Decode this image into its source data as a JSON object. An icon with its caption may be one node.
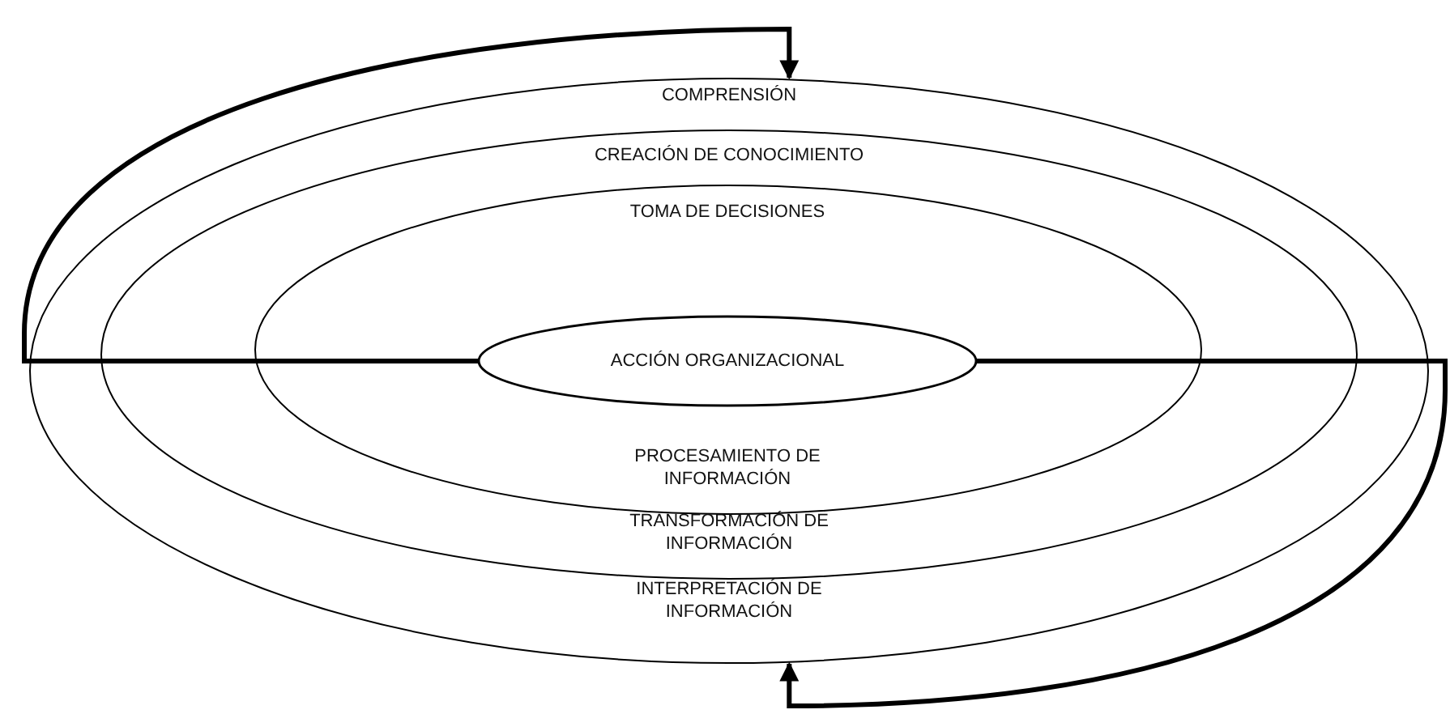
{
  "diagram": {
    "nodes": [
      {
        "text": [
          "COMPRENSIÓN",
          "INTERPRETACIÓN DE INFORMACIÓN"
        ]
      },
      {
        "text": [
          "CREACIÓN DE CONOCIMIENTO",
          "TRANSFORMACIÓN DE INFORMACIÓN"
        ],
        "in": 0
      },
      {
        "text": [
          "TOMA DE DECISIONES",
          "PROCESAMIENTO DE INFORMACIÓN"
        ],
        "in": 1
      },
      {
        "text": [
          "ACCIÓN ORGANIZACIONAL"
        ],
        "in": 2
      }
    ],
    "edges": [
      {
        "from": 3,
        "to": 0,
        "arrow": "to"
      },
      {
        "from": 3,
        "to": 0,
        "arrow": "to"
      }
    ]
  }
}
